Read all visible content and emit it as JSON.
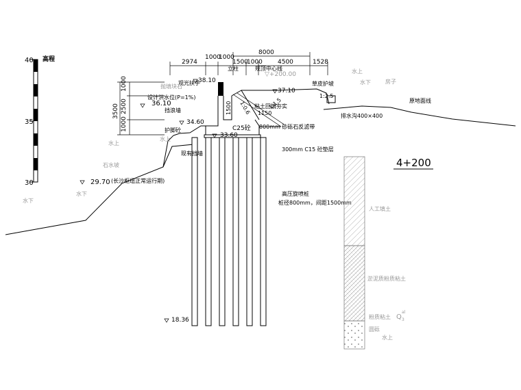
{
  "scale": {
    "title": "高程",
    "ticks": [
      "40",
      "35",
      "30"
    ]
  },
  "dimensions": {
    "top_total": "8000",
    "segments": [
      "2974",
      "1000",
      "1000",
      "1500",
      "1000",
      "4500",
      "1528"
    ],
    "left_vertical": [
      "1000",
      "2500",
      "1000"
    ],
    "left_total": "3500",
    "wall_height": "1500",
    "crest_width": "1150"
  },
  "elevations": {
    "railing_top": "38.10",
    "slope_top": "37.10",
    "design_flood": "36.10",
    "wall_step": "34.60",
    "wall_base": "33.60",
    "low_water": "29.70",
    "pile_bottom": "18.36",
    "right_faded": "▽+200.00"
  },
  "labels": {
    "railing": "观光扶手",
    "column": "立柱",
    "center_line": "规顶中心线",
    "turf": "草皮护坡",
    "slope_ratio_1": "1:2.5",
    "slope_ratio_2": "1:1.5",
    "slope_ratio_3": "1:0.6",
    "backfill": "粘土回填夯实",
    "flood_level": "设计洪水位(P=1%)",
    "wave_wall": "挡浪墙",
    "ditch": "排水沟400×400",
    "ground_line": "原地面线",
    "concrete": "C25砼",
    "gravel": "800mm 砂砾石反滤带",
    "toe": "护脚砼",
    "cushion": "300mm C15 砼垫层",
    "existing_wall": "现有挡墙",
    "jet_pile": "高压旋喷桩",
    "pile_spec": "桩径800mm，间距1500mm",
    "water_level": "(长沙枢纽正常运行期)",
    "riprap": "抛填块石",
    "station": "4+200",
    "water_under_1": "水下",
    "water_under_2": "水下",
    "water_under_3": "水下",
    "water_above_1": "水上",
    "water_above_2": "水上",
    "water_above_3": "水上",
    "building": "房子",
    "stone_note": "石水坡",
    "stratum_fill": "人工填土",
    "stratum_silt": "淤泥质粉质粘土",
    "stratum_clay": "粉质粘土",
    "stratum_q": "Q",
    "stratum_q_sup": "al",
    "stratum_q_sub": "3",
    "stratum_gravel": "圆砾",
    "stratum_bottom": "水上"
  }
}
